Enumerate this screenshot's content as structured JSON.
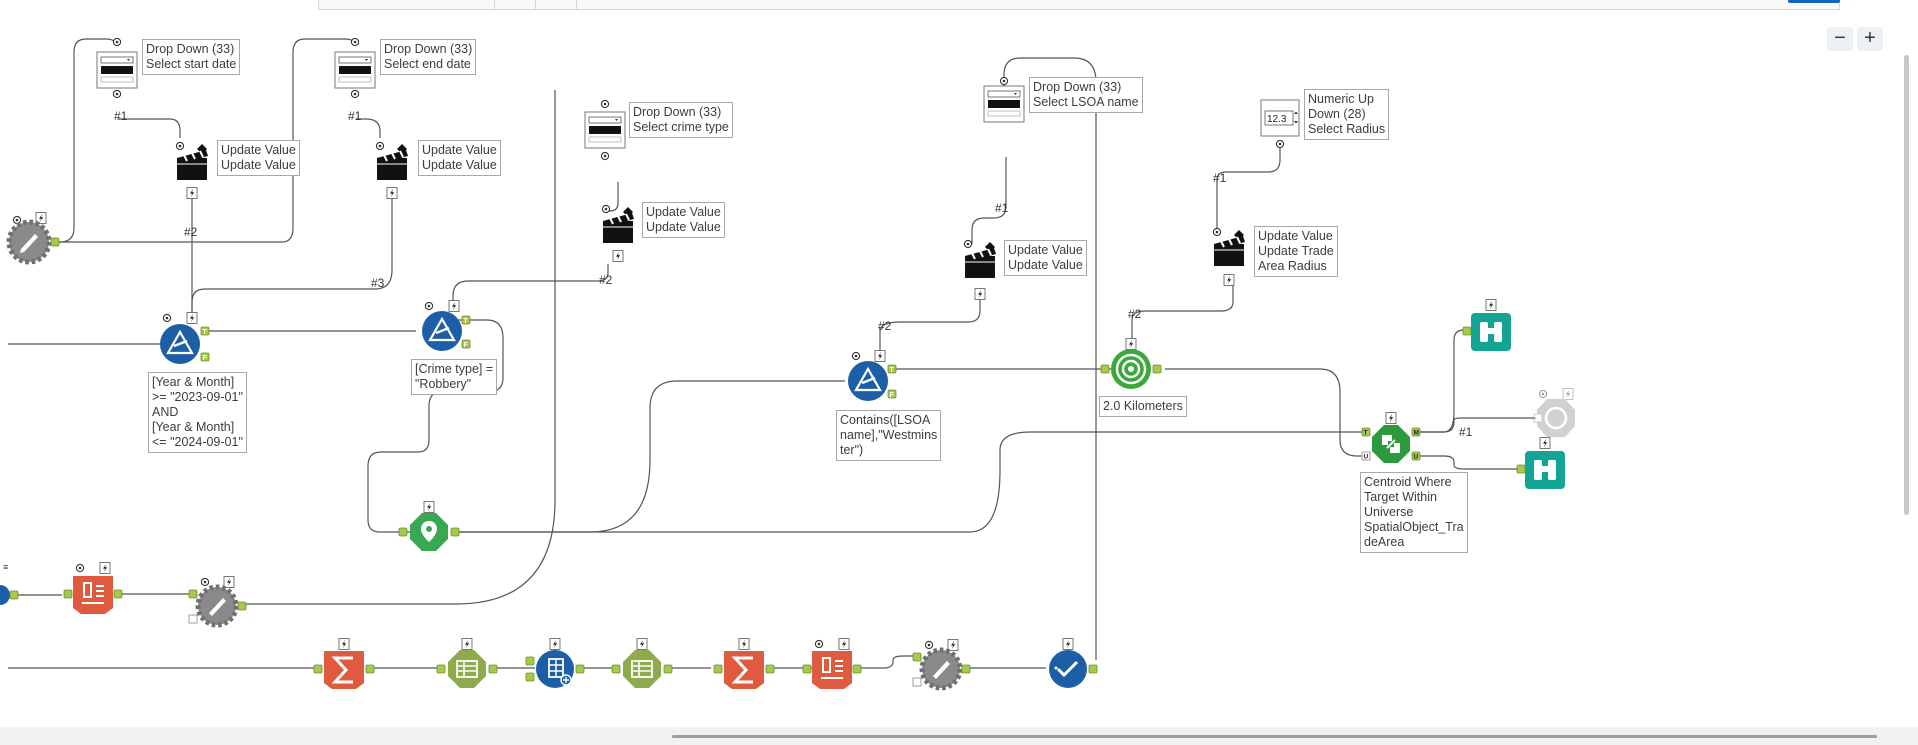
{
  "zoom": {
    "minus_label": "−",
    "plus_label": "+"
  },
  "colors": {
    "filter": "#1d5fa6",
    "formula": "#8a8a8a",
    "summarize": "#e05a3f",
    "select": "#8faa4c",
    "spatial": "#1fa28a",
    "browse": "#13a494",
    "action": "#111111"
  },
  "icons": {
    "zoom_out": "minus-icon",
    "zoom_in": "plus-icon",
    "dropdown": "dropdown-tool-icon",
    "numeric": "numeric-updown-tool-icon",
    "action": "clapperboard-action-icon",
    "filter": "filter-triangle-icon",
    "formula": "gear-formula-icon",
    "summarize": "sigma-icon",
    "select": "select-list-icon",
    "join": "join-icon",
    "spatial_match": "spatial-match-icon",
    "trade_area": "trade-area-icon",
    "browse": "binoculars-icon",
    "map_input": "map-pin-icon",
    "check": "check-icon",
    "transpose": "transpose-icon"
  },
  "annotations": {
    "dropdown_start": "Drop Down (33)\nSelect start date",
    "dropdown_end": "Drop Down (33)\nSelect end date",
    "dropdown_crime": "Drop Down (33)\nSelect crime type",
    "dropdown_lsoa": "Drop Down (33)\nSelect LSOA name",
    "numeric_radius": "Numeric Up\nDown (28)\nSelect Radius",
    "action_1": "Update Value\nUpdate Value",
    "action_2": "Update Value\nUpdate Value",
    "action_3": "Update Value\nUpdate Value",
    "action_4": "Update Value\nUpdate Value",
    "action_5": "Update Value\nUpdate Trade\nArea Radius",
    "filter_date": "[Year & Month]\n>= \"2023-09-01\"\nAND\n[Year & Month]\n<= \"2024-09-01\"",
    "filter_crime": "[Crime type] =\n\"Robbery\"",
    "filter_lsoa": "Contains([LSOA\nname],\"Westmins\nter\")",
    "trade_area": "2.0 Kilometers",
    "spatial_match": "Centroid Where\nTarget Within\nUniverse\nSpatialObject_Tra\ndeArea"
  },
  "connections": {
    "c1": "#1",
    "c2": "#1",
    "c3": "#2",
    "c4": "#3",
    "c5": "#2",
    "c6": "#1",
    "c7": "#2",
    "c8": "#1",
    "c9": "#2",
    "c10": "#1"
  },
  "numeric_widget_value": "12.3"
}
